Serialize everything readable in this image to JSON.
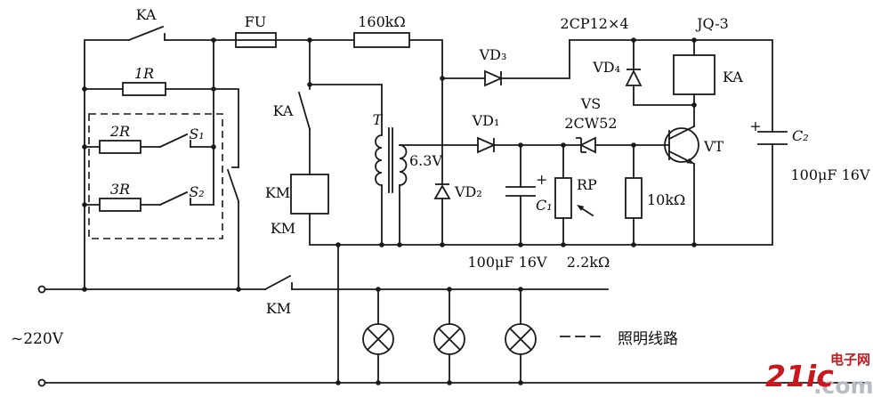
{
  "schematic": {
    "top_rail": {
      "ka_contact": "KA",
      "fuse": "FU",
      "resistor_160k": "160kΩ",
      "diode_model": "2CP12×4",
      "relay_model": "JQ-3"
    },
    "resistor_bank": {
      "r1": "1R",
      "r2": "2R",
      "r3": "3R",
      "s1": "S₁",
      "s2": "S₂"
    },
    "contactor_branch": {
      "ka_contact": "KA",
      "km_coil": "KM",
      "km_coil_sub": "KM"
    },
    "transformer": {
      "designator": "T",
      "secondary_voltage": "6.3V"
    },
    "diodes": {
      "vd1": "VD₁",
      "vd2": "VD₂",
      "vd3": "VD₃",
      "vd4": "VD₄"
    },
    "regulator": {
      "vs": "VS",
      "vs_model": "2CW52",
      "rp": "RP",
      "rp_value": "2.2kΩ",
      "r_10k": "10kΩ"
    },
    "capacitors": {
      "plus": "+",
      "c1": "C₁",
      "c1_value": "100μF 16V",
      "c2": "C₂",
      "c2_value": "100μF 16V"
    },
    "output_stage": {
      "vt": "VT",
      "ka_relay": "KA"
    },
    "mains": {
      "voltage": "~220V",
      "km_contact": "KM",
      "lighting_line": "照明线路"
    },
    "watermark": {
      "brand": "21ic",
      "tld": ".com",
      "site_name": "电子网"
    }
  }
}
